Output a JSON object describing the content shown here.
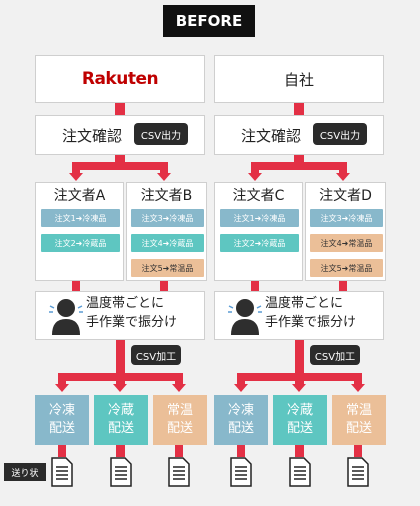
{
  "title": "BEFORE",
  "left": {
    "platform": "Rakuten",
    "order_confirm": "注文確認",
    "csv_badge": "CSV出力",
    "buyers": [
      {
        "label": "注文者A",
        "items": [
          {
            "text": "注文1➜冷凍品"
          },
          {
            "text": "注文2➜冷蔵品"
          }
        ]
      },
      {
        "label": "注文者B",
        "items": [
          {
            "text": "注文3➜冷凍品"
          },
          {
            "text": "注文4➜冷蔵品"
          },
          {
            "text": "注文5➜常温品"
          }
        ]
      }
    ],
    "operator_line1": "温度帯ごとに",
    "operator_line2": "手作業で振分け",
    "csv_edit": "CSV加工",
    "delivery": [
      {
        "line1": "冷凍",
        "line2": "配送"
      },
      {
        "line1": "冷蔵",
        "line2": "配送"
      },
      {
        "line1": "常温",
        "line2": "配送"
      }
    ]
  },
  "right": {
    "platform": "自社",
    "order_confirm": "注文確認",
    "csv_badge": "CSV出力",
    "buyers": [
      {
        "label": "注文者C",
        "items": [
          {
            "text": "注文1➜冷凍品"
          },
          {
            "text": "注文2➜冷蔵品"
          }
        ]
      },
      {
        "label": "注文者D",
        "items": [
          {
            "text": "注文3➜冷凍品"
          },
          {
            "text": "注文4➜常温品"
          },
          {
            "text": "注文5➜常温品"
          }
        ]
      }
    ],
    "operator_line1": "温度帯ごとに",
    "operator_line2": "手作業で振分け",
    "csv_edit": "CSV加工",
    "delivery": [
      {
        "line1": "冷凍",
        "line2": "配送"
      },
      {
        "line1": "冷蔵",
        "line2": "配送"
      },
      {
        "line1": "常温",
        "line2": "配送"
      }
    ]
  },
  "shipping_label": "送り状",
  "colors": {
    "arrow": "#e33045",
    "freeze": "#88b8cb",
    "chill": "#5ec6c1",
    "room": "#ebbf98"
  }
}
